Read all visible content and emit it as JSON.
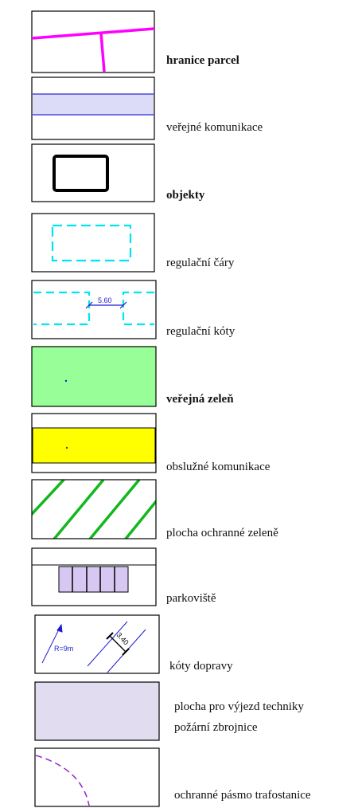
{
  "legend": {
    "items": [
      {
        "id": "hranice-parcel",
        "label": "hranice parcel",
        "bold": true
      },
      {
        "id": "verejne-komunikace",
        "label": "veřejné komunikace",
        "bold": false
      },
      {
        "id": "objekty",
        "label": "objekty",
        "bold": true
      },
      {
        "id": "regulacni-cary",
        "label": "regulační čáry",
        "bold": false
      },
      {
        "id": "regulacni-koty",
        "label": "regulační kóty",
        "bold": false,
        "dimension_text": "5.60"
      },
      {
        "id": "verejna-zelen",
        "label": "veřejná zeleň",
        "bold": true
      },
      {
        "id": "obsluzne-komunikace",
        "label": "obslužné komunikace",
        "bold": false
      },
      {
        "id": "plocha-ochranne-zelene",
        "label": "plocha ochranné zeleně",
        "bold": false
      },
      {
        "id": "parkoviste",
        "label": "parkoviště",
        "bold": false
      },
      {
        "id": "koty-dopravy",
        "label": "kóty dopravy",
        "bold": false,
        "radius_text": "R=9m",
        "dimension_text": "3.40"
      },
      {
        "id": "plocha-vyjezd",
        "label_line1": "plocha pro výjezd techniky",
        "label_line2": "požární zbrojnice",
        "bold": false
      },
      {
        "id": "ochranne-pasmo",
        "label": "ochranné pásmo trafostanice",
        "bold": false
      }
    ]
  },
  "colors": {
    "parcel_border": "#ff00ff",
    "public_road_fill": "#dcdcf8",
    "public_road_line": "#2a2ad8",
    "regulation": "#00e5ee",
    "dimension": "#1c1cd0",
    "public_green": "#98ff98",
    "service_road": "#ffff00",
    "protective_green_hatch": "#12b81e",
    "parking_fill": "#d6c8f2",
    "fire_access_fill": "#e2dcf0",
    "transformer_zone": "#9b2fc9",
    "frame": "#000000"
  }
}
